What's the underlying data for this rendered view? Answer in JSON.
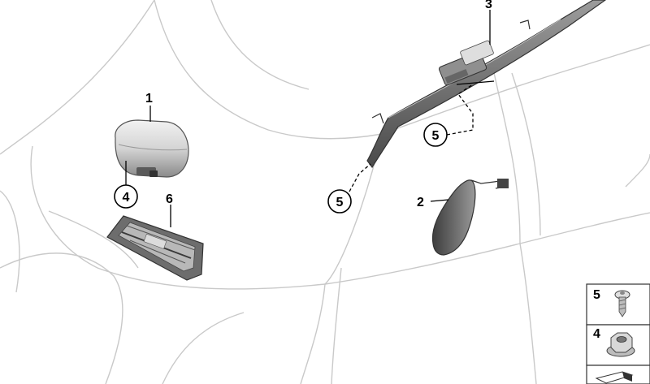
{
  "callouts": {
    "c1": "1",
    "c2": "2",
    "c3": "3",
    "c4": "4",
    "c5a": "5",
    "c5b": "5",
    "c6": "6"
  },
  "legend": {
    "row1": "5",
    "row2": "4"
  },
  "icons": {
    "screw": "torx-screw-icon",
    "nut": "flange-nut-icon",
    "chevron": "chevron-icon"
  },
  "colors": {
    "body_lines": "#c9c9c9",
    "part_dark": "#555555",
    "part_light": "#d8d8d8",
    "label": "#000000"
  }
}
